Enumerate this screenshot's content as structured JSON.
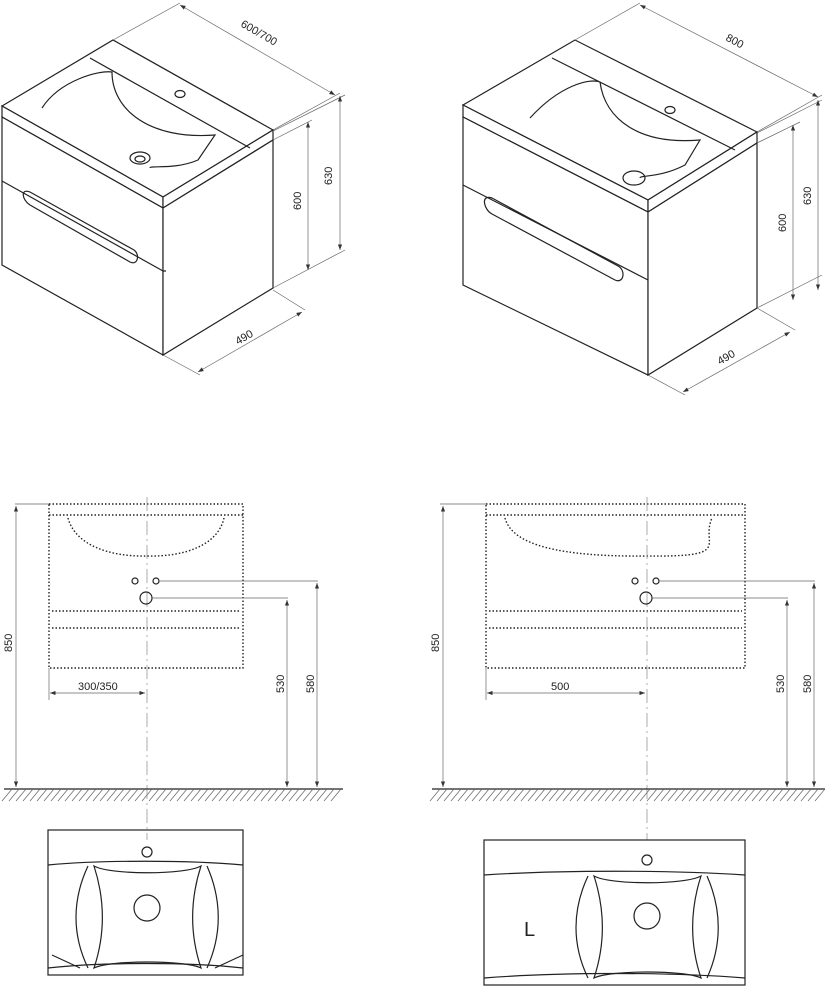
{
  "iso_left": {
    "width": "600/700",
    "height_total": "630",
    "height_body": "600",
    "depth": "490"
  },
  "iso_right": {
    "width": "800",
    "height_total": "630",
    "height_body": "600",
    "depth": "490"
  },
  "front_left": {
    "height": "850",
    "offset": "300/350",
    "drain_height": "530",
    "water_height": "580"
  },
  "front_right": {
    "height": "850",
    "offset": "500",
    "drain_height": "530",
    "water_height": "580"
  },
  "plan_right": {
    "side_label": "L"
  }
}
